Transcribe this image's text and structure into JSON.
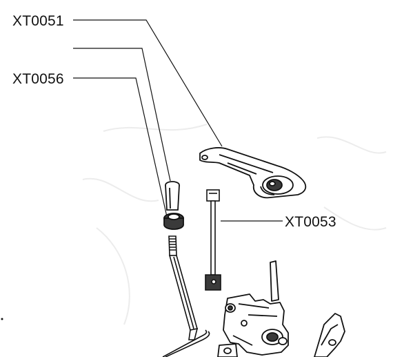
{
  "labels": [
    {
      "id": "XT0051",
      "text": "XT0051"
    },
    {
      "id": "XT0056",
      "text": "XT0056"
    },
    {
      "id": "XT0053",
      "text": "XT0053"
    }
  ],
  "colors": {
    "line": "#111111",
    "fill": "#ffffff",
    "shade": "#3a3a3a",
    "faint": "#eeeeee"
  }
}
